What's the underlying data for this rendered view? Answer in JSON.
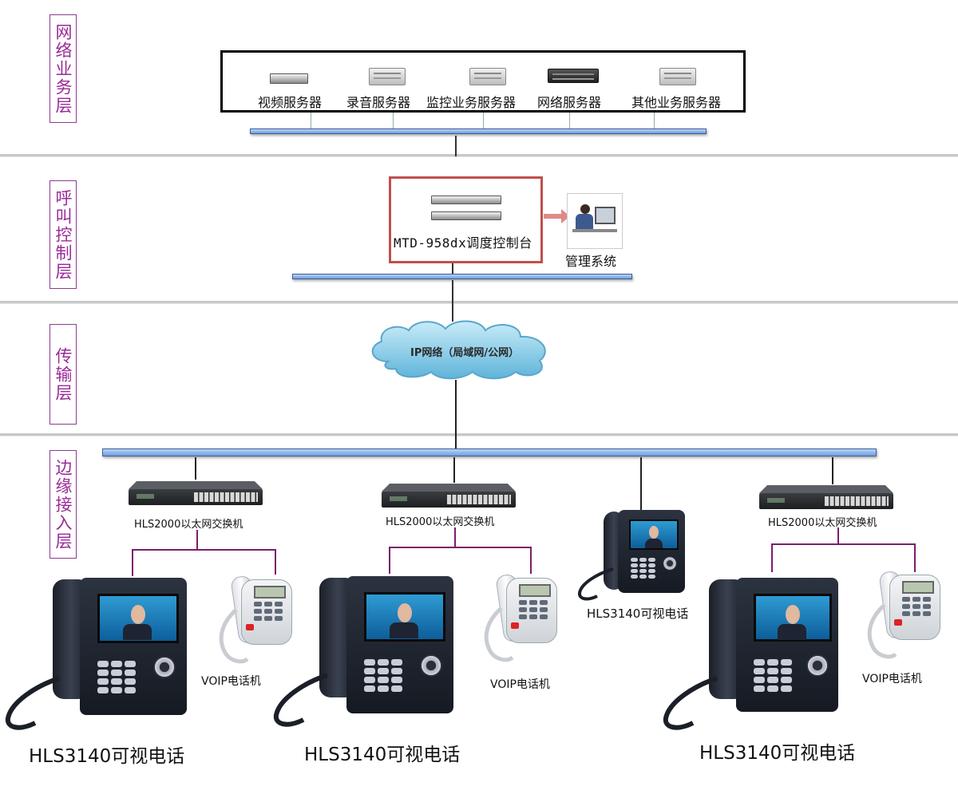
{
  "layers": {
    "network_service": "网络业务层",
    "call_control": "呼叫控制层",
    "transport": "传输层",
    "edge_access": "边缘接入层"
  },
  "servers": [
    {
      "label": "视频服务器",
      "icon": "rack-server-icon"
    },
    {
      "label": "录音服务器",
      "icon": "tower-server-icon"
    },
    {
      "label": "监控业务服务器",
      "icon": "tower-server-icon"
    },
    {
      "label": "网络服务器",
      "icon": "rack-server-dark-icon"
    },
    {
      "label": "其他业务服务器",
      "icon": "tower-server-icon"
    }
  ],
  "control": {
    "console_label": "MTD-958dx调度控制台",
    "management_label": "管理系统"
  },
  "transport": {
    "cloud_label": "IP网络（局域网/公网）"
  },
  "edge": {
    "switch_label": "HLS2000以太网交换机",
    "video_phone_label": "HLS3140可视电话",
    "voip_label": "VOIP电话机"
  },
  "colors": {
    "layer_label": "#9a2a98",
    "layer_border": "#8a3c8e",
    "bus": "#6f9ee0",
    "console_border": "#c0504d",
    "branch_line": "#7a1f6a"
  }
}
